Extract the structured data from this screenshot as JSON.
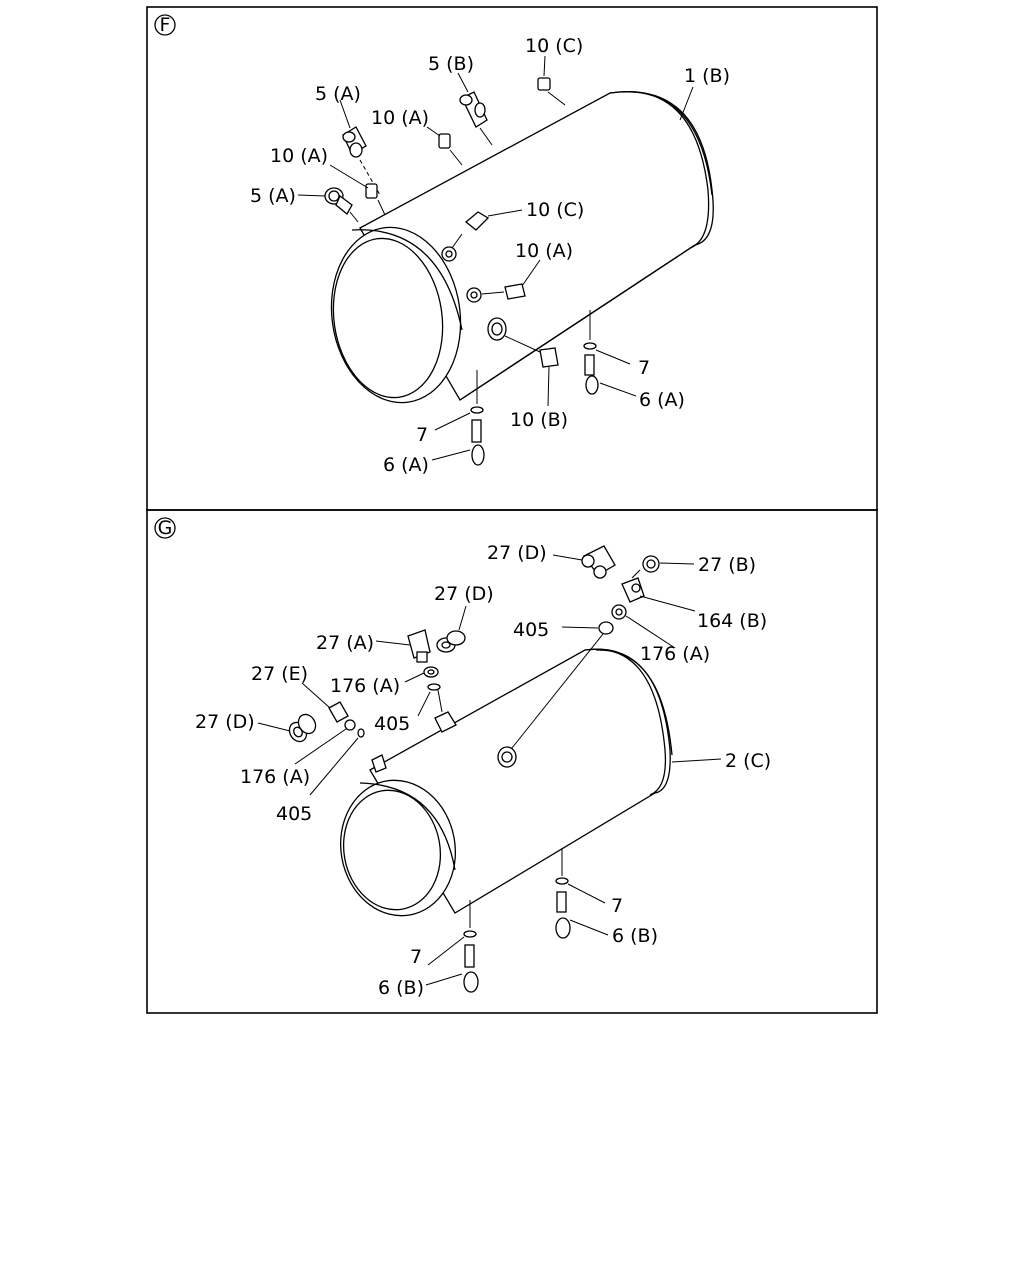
{
  "panels": [
    {
      "id": "F",
      "labels": {
        "5A_top": "5 (A)",
        "5B": "5 (B)",
        "10C_top": "10 (C)",
        "1B": "1 (B)",
        "10A_mid": "10 (A)",
        "10A_left": "10 (A)",
        "5A_left": "5 (A)",
        "10C_side": "10 (C)",
        "10A_side": "10 (A)",
        "7_right": "7",
        "6A_right": "6 (A)",
        "10B": "10 (B)",
        "7_left": "7",
        "6A_left": "6 (A)"
      }
    },
    {
      "id": "G",
      "labels": {
        "27D_top": "27 (D)",
        "27B": "27 (B)",
        "27D_mid": "27 (D)",
        "405_top": "405",
        "164B": "164 (B)",
        "27A": "27 (A)",
        "176A_right": "176 (A)",
        "27E": "27 (E)",
        "176A_mid": "176 (A)",
        "27D_left": "27 (D)",
        "405_mid": "405",
        "176A_left": "176 (A)",
        "405_bottom": "405",
        "2C": "2 (C)",
        "7_right": "7",
        "6B_right": "6 (B)",
        "7_left": "7",
        "6B_left": "6 (B)"
      }
    }
  ]
}
